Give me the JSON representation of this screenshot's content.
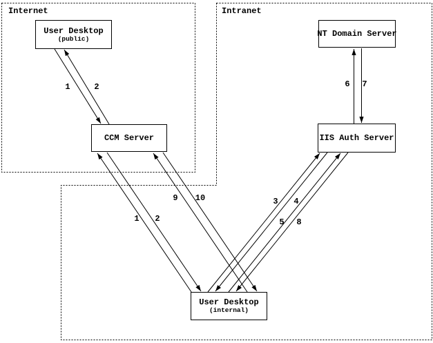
{
  "zones": {
    "internet": {
      "label": "Internet"
    },
    "intranet": {
      "label": "Intranet"
    }
  },
  "nodes": {
    "user_desktop_public": {
      "title": "User Desktop",
      "subtitle": "(public)"
    },
    "ccm_server": {
      "title": "CCM Server"
    },
    "nt_domain_server": {
      "title": "NT Domain Server"
    },
    "iis_auth_server": {
      "title": "IIS Auth Server"
    },
    "user_desktop_internal": {
      "title": "User Desktop",
      "subtitle": "(internal)"
    }
  },
  "flows": {
    "public_desktop_to_ccm": "1",
    "ccm_to_public_desktop": "2",
    "internal_desktop_to_ccm": "1",
    "ccm_to_internal_desktop": "2",
    "internal_desktop_to_ccm_alt": "9",
    "ccm_to_internal_desktop_alt": "10",
    "internal_desktop_to_iis_a": "3",
    "iis_to_internal_desktop_a": "4",
    "internal_desktop_to_iis_b": "5",
    "iis_to_internal_desktop_b": "8",
    "iis_to_nt_domain": "6",
    "nt_domain_to_iis": "7"
  },
  "colors": {
    "ink": "#000000",
    "background": "#ffffff"
  }
}
